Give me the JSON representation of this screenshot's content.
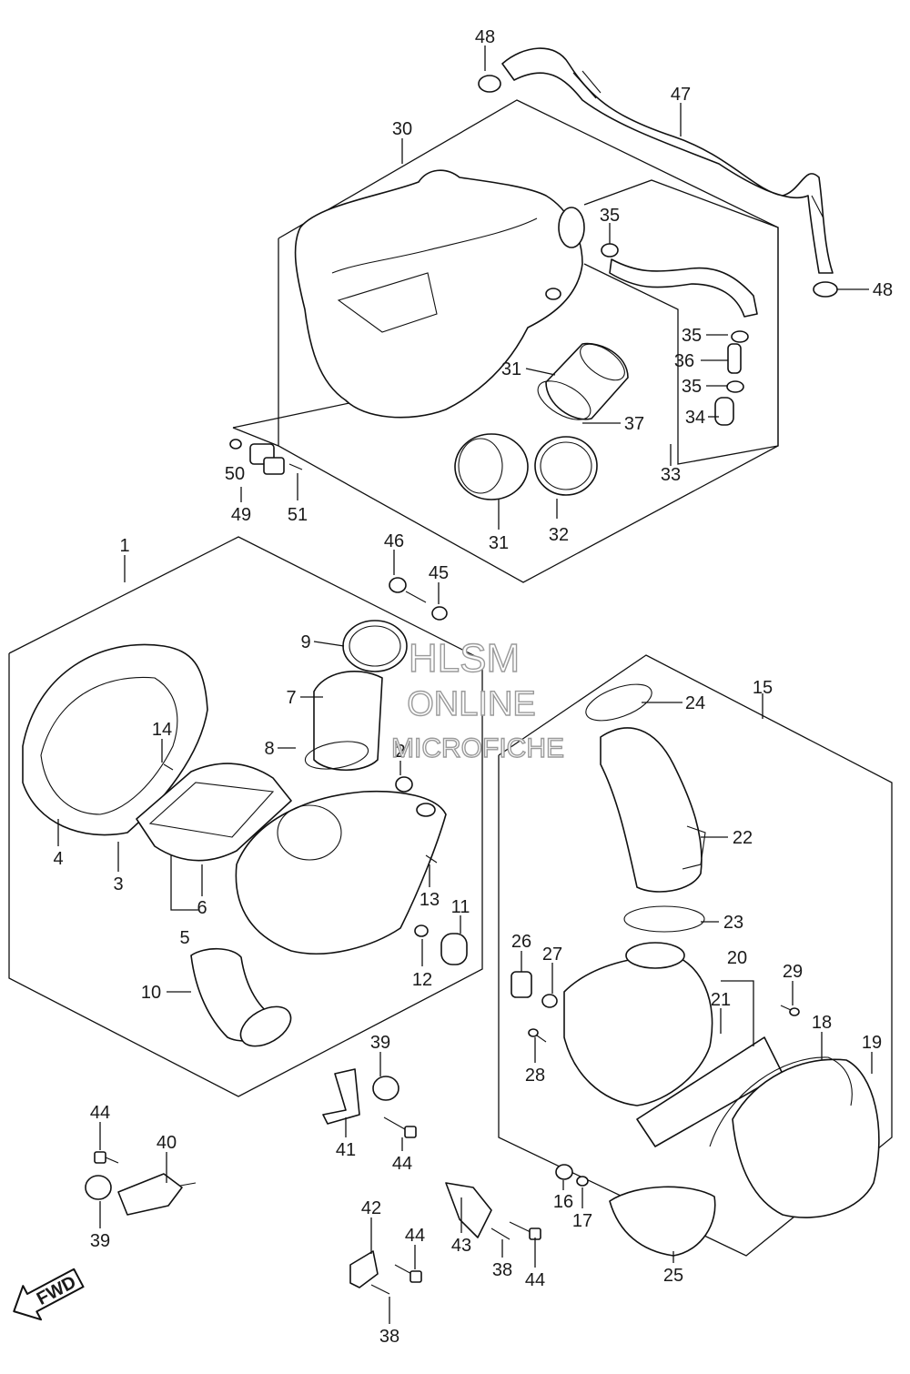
{
  "callouts": [
    {
      "id": "48a",
      "text": "48"
    },
    {
      "id": "47",
      "text": "47"
    },
    {
      "id": "48b",
      "text": "48"
    },
    {
      "id": "30",
      "text": "30"
    },
    {
      "id": "35a",
      "text": "35"
    },
    {
      "id": "35b",
      "text": "35"
    },
    {
      "id": "36",
      "text": "36"
    },
    {
      "id": "35c",
      "text": "35"
    },
    {
      "id": "34",
      "text": "34"
    },
    {
      "id": "33",
      "text": "33"
    },
    {
      "id": "31a",
      "text": "31"
    },
    {
      "id": "37",
      "text": "37"
    },
    {
      "id": "31b",
      "text": "31"
    },
    {
      "id": "32",
      "text": "32"
    },
    {
      "id": "50",
      "text": "50"
    },
    {
      "id": "49",
      "text": "49"
    },
    {
      "id": "51",
      "text": "51"
    },
    {
      "id": "1",
      "text": "1"
    },
    {
      "id": "46",
      "text": "46"
    },
    {
      "id": "45",
      "text": "45"
    },
    {
      "id": "9",
      "text": "9"
    },
    {
      "id": "7",
      "text": "7"
    },
    {
      "id": "8",
      "text": "8"
    },
    {
      "id": "2",
      "text": "2"
    },
    {
      "id": "14",
      "text": "14"
    },
    {
      "id": "4",
      "text": "4"
    },
    {
      "id": "3",
      "text": "3"
    },
    {
      "id": "6",
      "text": "6"
    },
    {
      "id": "5",
      "text": "5"
    },
    {
      "id": "13",
      "text": "13"
    },
    {
      "id": "11",
      "text": "11"
    },
    {
      "id": "12",
      "text": "12"
    },
    {
      "id": "10",
      "text": "10"
    },
    {
      "id": "15",
      "text": "15"
    },
    {
      "id": "24",
      "text": "24"
    },
    {
      "id": "22",
      "text": "22"
    },
    {
      "id": "23",
      "text": "23"
    },
    {
      "id": "26",
      "text": "26"
    },
    {
      "id": "27",
      "text": "27"
    },
    {
      "id": "20",
      "text": "20"
    },
    {
      "id": "29",
      "text": "29"
    },
    {
      "id": "21",
      "text": "21"
    },
    {
      "id": "18",
      "text": "18"
    },
    {
      "id": "19",
      "text": "19"
    },
    {
      "id": "28",
      "text": "28"
    },
    {
      "id": "16",
      "text": "16"
    },
    {
      "id": "17",
      "text": "17"
    },
    {
      "id": "25",
      "text": "25"
    },
    {
      "id": "39a",
      "text": "39"
    },
    {
      "id": "41",
      "text": "41"
    },
    {
      "id": "44a",
      "text": "44"
    },
    {
      "id": "44b",
      "text": "44"
    },
    {
      "id": "40",
      "text": "40"
    },
    {
      "id": "39b",
      "text": "39"
    },
    {
      "id": "42",
      "text": "42"
    },
    {
      "id": "44c",
      "text": "44"
    },
    {
      "id": "43",
      "text": "43"
    },
    {
      "id": "38a",
      "text": "38"
    },
    {
      "id": "44d",
      "text": "44"
    },
    {
      "id": "38b",
      "text": "38"
    }
  ],
  "watermark": {
    "line1": "HLSM",
    "line2": "ONLINE",
    "line3": "MICROFICHE"
  },
  "fwd_label": "FWD"
}
